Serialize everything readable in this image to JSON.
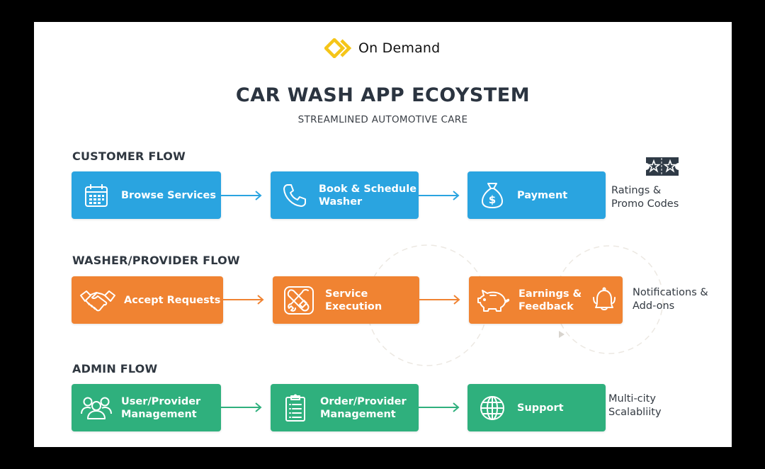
{
  "brand": {
    "name": "On Demand",
    "logo_color": "#f5c518"
  },
  "header": {
    "title": "CAR WASH APP ECOYSTEM",
    "subtitle": "STREAMLINED AUTOMOTIVE CARE"
  },
  "colors": {
    "customer": "#2aa4e0",
    "provider": "#f08332",
    "admin": "#2fb07d",
    "text_dark": "#2b3440"
  },
  "flows": [
    {
      "label": "CUSTOMER FLOW",
      "steps": [
        {
          "label": "Browse Services",
          "icon": "calendar-icon"
        },
        {
          "label": "Book & Schedule Washer",
          "icon": "phone-icon"
        },
        {
          "label": "Payment",
          "icon": "money-bag-icon"
        }
      ],
      "note": "Ratings & Promo Codes",
      "note_icon": "rating-ticket-icon"
    },
    {
      "label": "WASHER/PROVIDER FLOW",
      "steps": [
        {
          "label": "Accept Requests",
          "icon": "handshake-icon"
        },
        {
          "label": "Service Execution",
          "icon": "tools-icon"
        },
        {
          "label": "Earnings & Feedback",
          "icon": "piggy-bank-icon",
          "extra_icon": "bell-icon"
        }
      ],
      "note": "Notifications & Add-ons"
    },
    {
      "label": "ADMIN FLOW",
      "steps": [
        {
          "label": "User/Provider Management",
          "icon": "users-icon"
        },
        {
          "label": "Order/Provider Management",
          "icon": "clipboard-icon"
        },
        {
          "label": "Support",
          "icon": "globe-icon"
        }
      ],
      "note": "Multi-city Scalabliity"
    }
  ]
}
